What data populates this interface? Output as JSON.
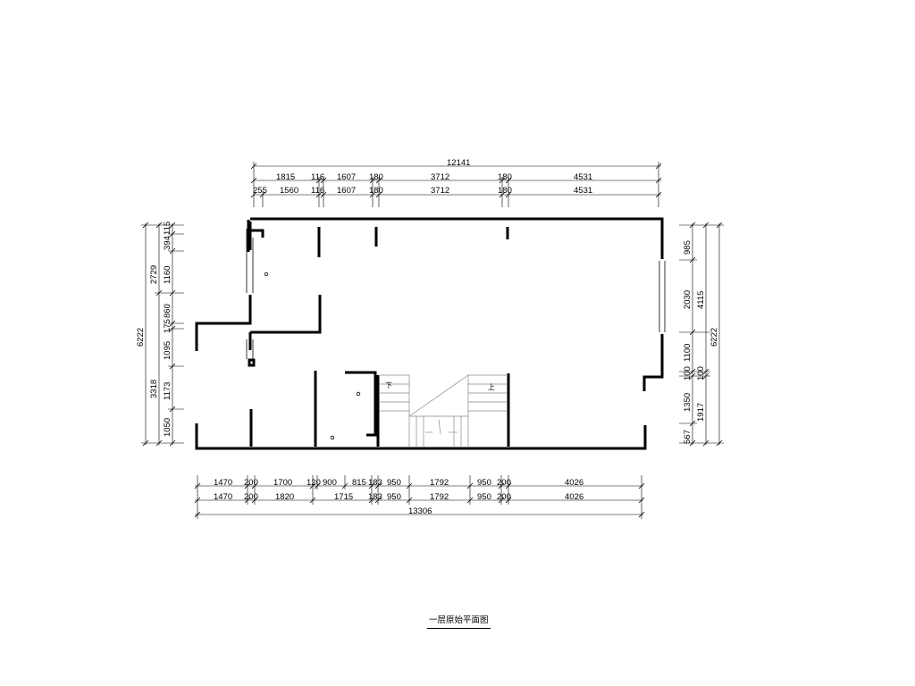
{
  "title": "一层原始平面图",
  "stair_labels": {
    "down": "下",
    "up": "上"
  },
  "dimensions": {
    "top_total": "12141",
    "top_row1": [
      "1815",
      "116",
      "1607",
      "180",
      "3712",
      "180",
      "4531"
    ],
    "top_row2": [
      "255",
      "1560",
      "116",
      "1607",
      "180",
      "3712",
      "180",
      "4531"
    ],
    "bottom_row1": [
      "1470",
      "200",
      "1700",
      "120",
      "900",
      "815",
      "183",
      "950",
      "1792",
      "950",
      "200",
      "4026"
    ],
    "bottom_row2": [
      "1470",
      "200",
      "1820",
      "1715",
      "183",
      "950",
      "1792",
      "950",
      "200",
      "4026"
    ],
    "bottom_total": "13306",
    "left_total": "6222",
    "left_mid": [
      "2729",
      "3318"
    ],
    "left_inner": [
      "115",
      "394",
      "1160",
      "860",
      "175",
      "1095",
      "1173",
      "1050"
    ],
    "right_inner": [
      "985",
      "2030",
      "1100",
      "100",
      "1350",
      "567"
    ],
    "right_mid": [
      "4115",
      "100",
      "1917"
    ],
    "right_total": "6222"
  }
}
